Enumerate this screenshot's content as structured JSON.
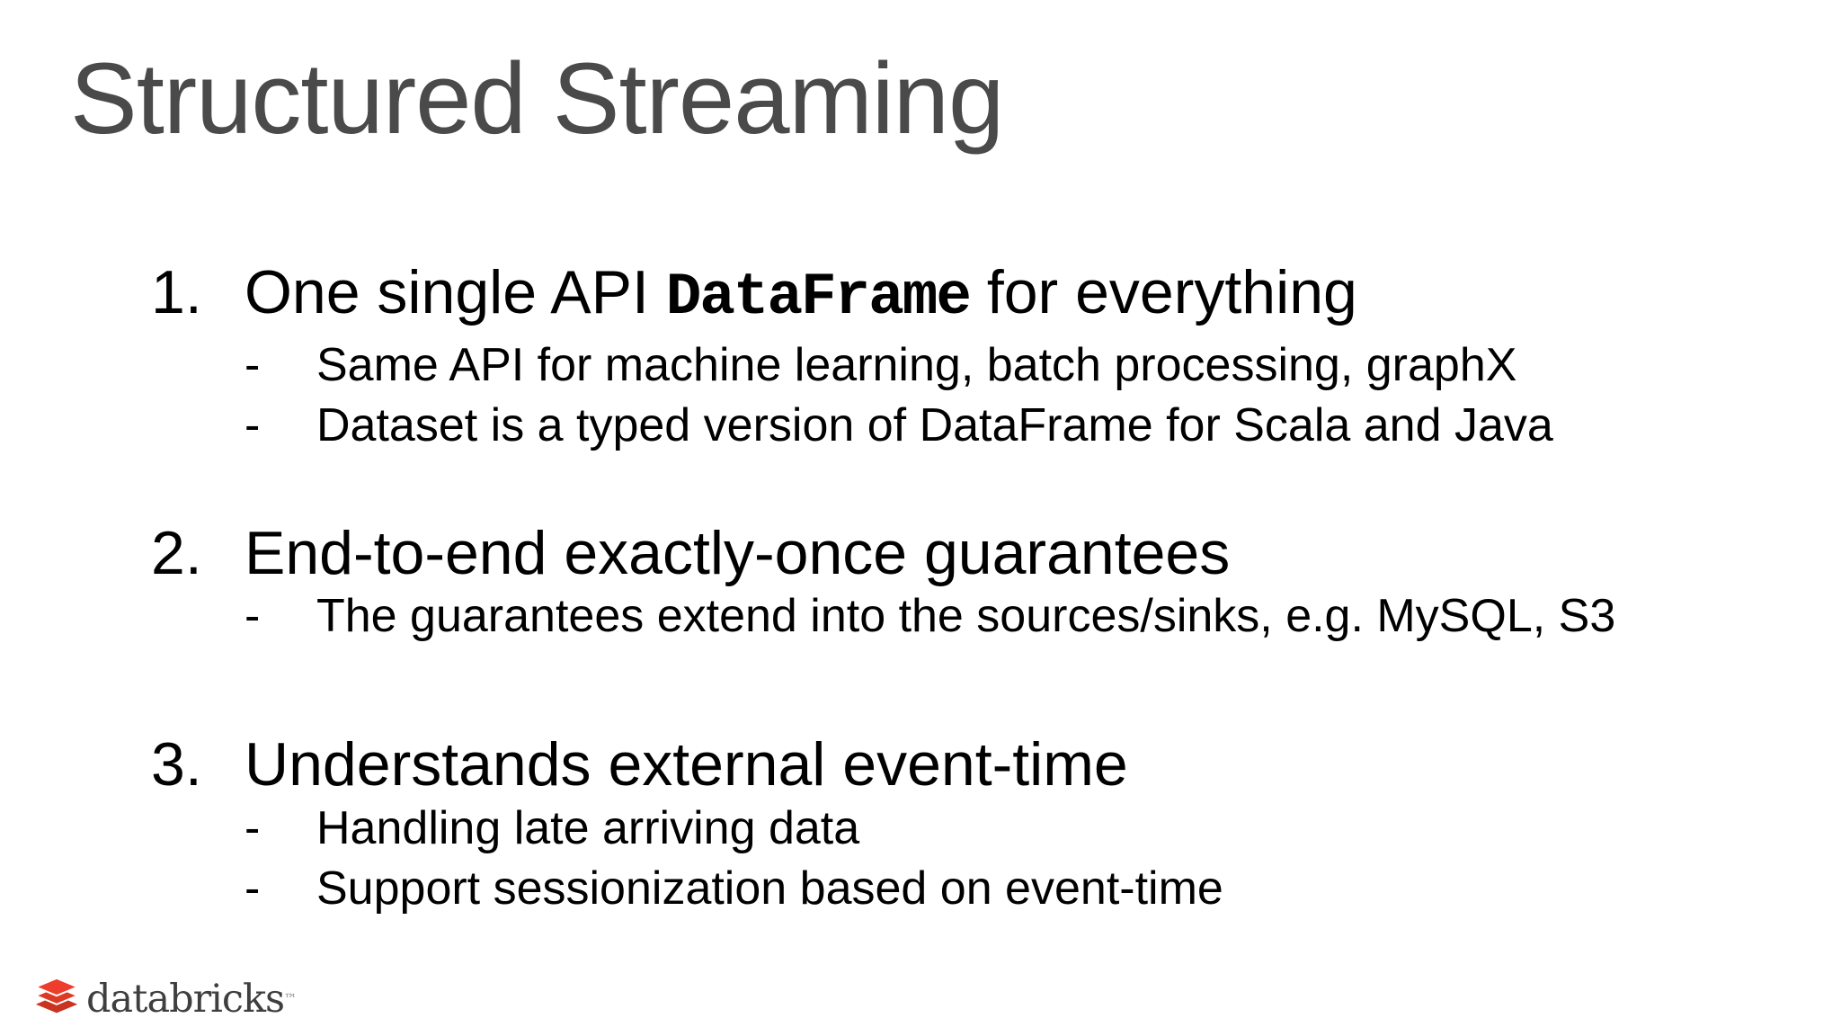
{
  "slide": {
    "title": "Structured Streaming",
    "bullet_char": "-",
    "items": [
      {
        "number": "1.",
        "text_prefix": "One single API ",
        "code": "DataFrame",
        "text_suffix": " for everything",
        "subitems": [
          "Same API for machine learning, batch processing, graphX",
          "Dataset is a typed version of DataFrame for Scala and Java"
        ]
      },
      {
        "number": "2.",
        "text_prefix": "End-to-end exactly-once guarantees",
        "code": "",
        "text_suffix": "",
        "subitems": [
          "The guarantees extend into the sources/sinks, e.g. MySQL, S3"
        ]
      },
      {
        "number": "3.",
        "text_prefix": "Understands external event-time",
        "code": "",
        "text_suffix": "",
        "subitems": [
          "Handling late arriving data",
          "Support sessionization based on event-time"
        ]
      }
    ],
    "footer": {
      "logo_text": "databricks",
      "trademark": "™"
    },
    "colors": {
      "title": "#4a4a4a",
      "body": "#000000",
      "logo_red": "#ee3d2c",
      "logo_text": "#3f3f3f"
    }
  }
}
